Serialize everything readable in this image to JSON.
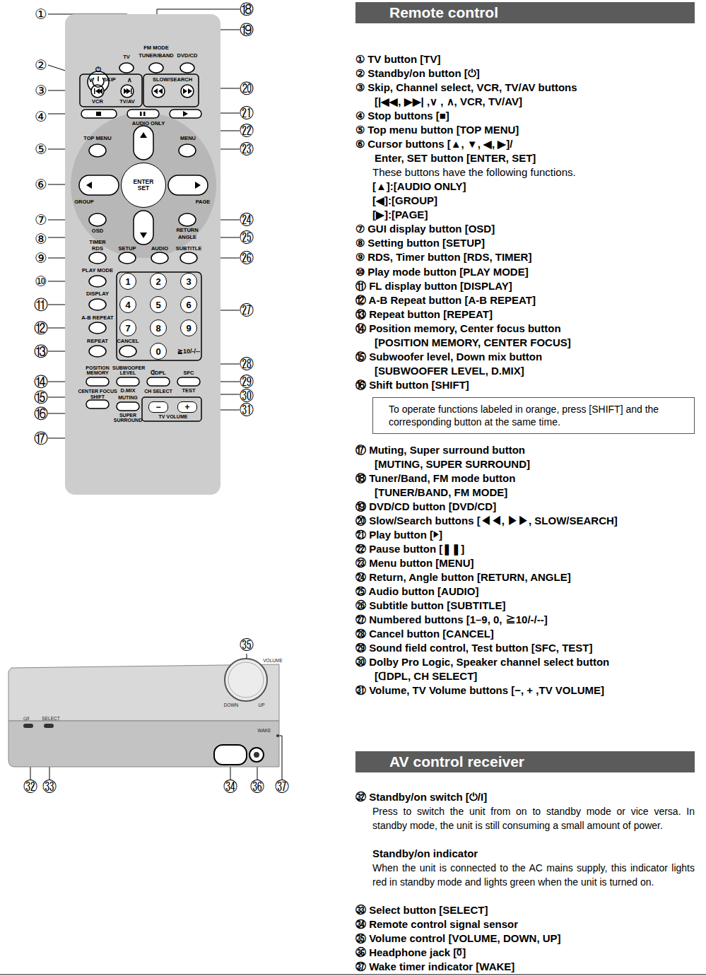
{
  "diagram": {
    "nodes": [
      {
        "text": [
          "Remote control"
        ]
      },
      {
        "text": [
          "To operate functions labeled in orange, press [SHIFT] and the corresponding button at the same time."
        ]
      },
      {
        "text": [
          "AV control receiver"
        ]
      },
      {
        "text": [
          "ENTER SET"
        ]
      },
      {
        "text": [
          "1"
        ]
      },
      {
        "text": [
          "2"
        ]
      },
      {
        "text": [
          "3"
        ]
      },
      {
        "text": [
          "4"
        ]
      },
      {
        "text": [
          "5"
        ]
      },
      {
        "text": [
          "6"
        ]
      },
      {
        "text": [
          "7"
        ]
      },
      {
        "text": [
          "8"
        ]
      },
      {
        "text": [
          "9"
        ]
      },
      {
        "text": [
          "0"
        ]
      },
      {
        "text": [
          "−"
        ]
      },
      {
        "text": [
          "+"
        ]
      }
    ],
    "labels": [
      "①",
      "②",
      "③",
      "④",
      "⑤",
      "⑥",
      "⑦",
      "⑧",
      "⑨",
      "⑩",
      "⑪",
      "⑫",
      "⑬",
      "⑭",
      "⑮",
      "⑯",
      "⑰",
      "⑱",
      "⑲",
      "⑳",
      "㉑",
      "㉒",
      "㉓",
      "㉔",
      "㉕",
      "㉖",
      "㉗",
      "㉘",
      "㉙",
      "㉚",
      "㉛",
      "㉟",
      "㉜",
      "㉝",
      "㉞",
      "㊱",
      "㊲",
      "⏻",
      "TV",
      "FM MODE",
      "TUNER/BAND",
      "DVD/CD",
      "SKIP",
      "∨",
      "∧",
      "VCR",
      "TV/AV",
      "SLOW/SEARCH",
      "AUDIO ONLY",
      "TOP MENU",
      "MENU",
      "GROUP",
      "PAGE",
      "OSD",
      "RETURN",
      "ANGLE",
      "TIMER",
      "RDS",
      "SETUP",
      "AUDIO",
      "SUBTITLE",
      "PLAY MODE",
      "DISPLAY",
      "A-B REPEAT",
      "REPEAT",
      "CANCEL",
      "≧10/-/--",
      "POSITION MEMORY",
      "SUBWOOFER LEVEL",
      "ᗡDPL",
      "SFC",
      "CENTER FOCUS",
      "D.MIX",
      "CH SELECT",
      "TEST",
      "SHIFT",
      "MUTING",
      "SUPER SURROUND",
      "TV VOLUME",
      "⏻/I",
      "SELECT",
      "VOLUME",
      "DOWN",
      "UP",
      "WAKE",
      "① TV button [TV]",
      "② Standby/on button [⏻]",
      "③ Skip, Channel select, VCR, TV/AV buttons",
      "[|◀◀, ▶▶| ,∨ , ∧, VCR, TV/AV]",
      "④ Stop buttons [■]",
      "⑤ Top menu button [TOP MENU]",
      "⑥ Cursor buttons [▲, ▼, ◀, ▶]/",
      "Enter, SET button [ENTER, SET]",
      "These buttons have the following functions.",
      "[▲]:[AUDIO ONLY]",
      "[◀]:[GROUP]",
      "[▶]:[PAGE]",
      "⑦ GUI display button [OSD]",
      "⑧ Setting button [SETUP]",
      "⑨ RDS, Timer button [RDS, TIMER]",
      "⑩ Play mode button [PLAY MODE]",
      "⑪ FL display button [DISPLAY]",
      "⑫ A-B Repeat button [A-B REPEAT]",
      "⑬ Repeat button [REPEAT]",
      "⑭ Position memory, Center focus button",
      "[POSITION MEMORY, CENTER FOCUS]",
      "⑮ Subwoofer level, Down mix button",
      "[SUBWOOFER LEVEL, D.MIX]",
      "⑯ Shift button [SHIFT]",
      "⑰ Muting, Super surround button",
      "[MUTING, SUPER SURROUND]",
      "⑱ Tuner/Band, FM mode button",
      "[TUNER/BAND, FM MODE]",
      "⑲ DVD/CD button [DVD/CD]",
      "⑳ Slow/Search buttons [◀◀, ▶▶, SLOW/SEARCH]",
      "㉑ Play button [▶]",
      "㉒ Pause button [❚❚]",
      "㉓ Menu button [MENU]",
      "㉔ Return, Angle button [RETURN, ANGLE]",
      "㉕ Audio button [AUDIO]",
      "㉖ Subtitle button [SUBTITLE]",
      "㉗ Numbered buttons [1–9, 0, ≧10/-/--]",
      "㉘ Cancel button [CANCEL]",
      "㉙ Sound field control, Test button [SFC, TEST]",
      "㉚ Dolby Pro Logic, Speaker channel select button",
      "[ᗡDPL, CH SELECT]",
      "㉛ Volume, TV Volume buttons [−, + ,TV VOLUME]",
      "㉜ Standby/on switch [⏻/I]",
      "Press to switch the unit from on to standby mode or vice versa. In standby mode, the unit is still consuming a small amount of power.",
      "Standby/on indicator",
      "When the unit is connected to the AC mains supply, this indicator lights red in standby mode and lights green when the unit is turned on.",
      "㉝ Select button [SELECT]",
      "㉞ Remote control signal sensor",
      "㉟ Volume control [VOLUME, DOWN, UP]",
      "㊱ Headphone jack [℧]",
      "㊲ Wake timer indicator [WAKE]"
    ]
  }
}
